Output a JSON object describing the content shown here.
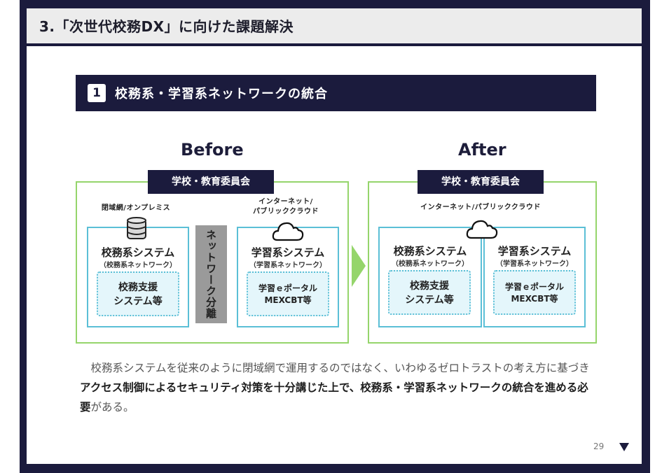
{
  "header": {
    "title": "3.「次世代校務DX」に向けた課題解決"
  },
  "section": {
    "number": "1",
    "title": "校務系・学習系ネットワークの統合"
  },
  "before": {
    "label": "Before",
    "group_tag": "学校・教育委員会",
    "left_net_label": "閉域網/オンプレミス",
    "right_net_label_line1": "インターネット/",
    "right_net_label_line2": "パブリッククラウド",
    "separator": "ネットワーク分離",
    "school_system": {
      "title": "校務系システム",
      "subtitle": "（校務系ネットワーク）",
      "inner_line1": "校務支援",
      "inner_line2": "システム等"
    },
    "learning_system": {
      "title": "学習系システム",
      "subtitle": "（学習系ネットワーク）",
      "inner_line1": "学習ｅポータル",
      "inner_line2": "MEXCBT等"
    }
  },
  "after": {
    "label": "After",
    "group_tag": "学校・教育委員会",
    "net_label": "インターネット/パブリッククラウド",
    "school_system": {
      "title": "校務系システム",
      "subtitle": "（校務系ネットワーク）",
      "inner_line1": "校務支援",
      "inner_line2": "システム等"
    },
    "learning_system": {
      "title": "学習系システム",
      "subtitle": "（学習系ネットワーク）",
      "inner_line1": "学習ｅポータル",
      "inner_line2": "MEXCBT等"
    }
  },
  "body": {
    "part1": "　校務系システムを従来のように閉域網で運用するのではなく、いわゆるゼロトラストの考え方に基づき",
    "bold1": "アクセス制御によるセキュリティ対策を十分講じた上で、校務系・学習系ネットワークの統合を進める必要",
    "part2": "がある。"
  },
  "footer": {
    "page_number": "29",
    "next_icon": "triangle-down-icon"
  },
  "colors": {
    "navy": "#1b1b3d",
    "green": "#95d56b",
    "cyan": "#5bbfd6",
    "light_cyan": "#e4f6fb"
  }
}
